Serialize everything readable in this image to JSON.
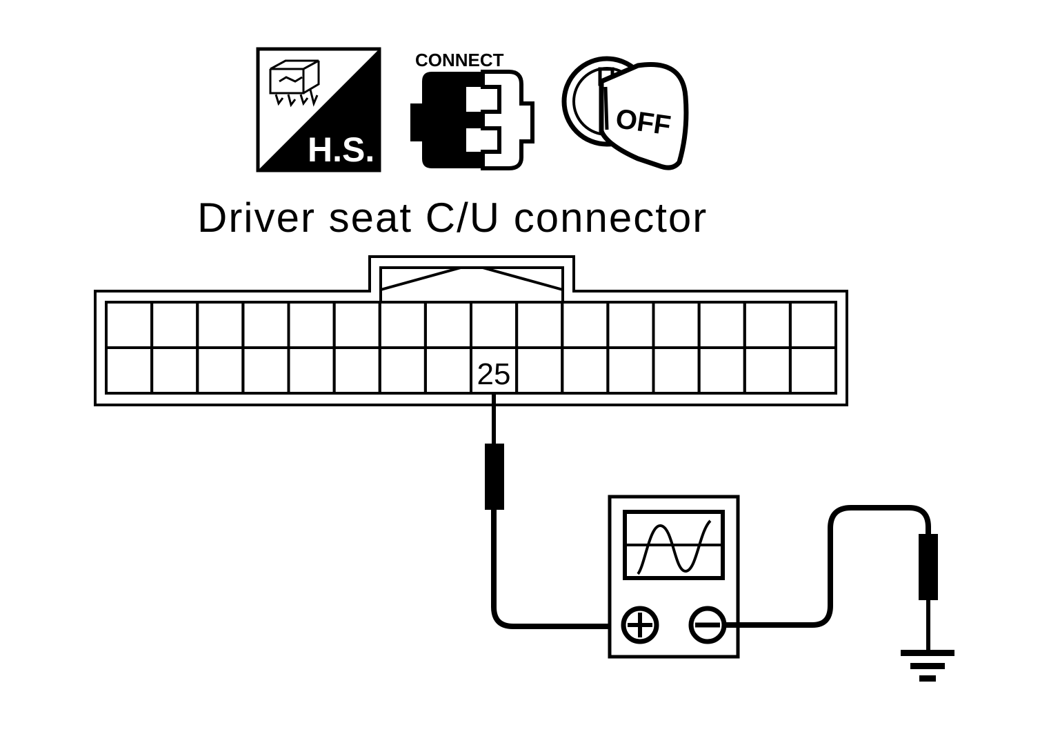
{
  "icons": {
    "harness_icon": "harness-connector-icon",
    "harness_label": "H.S.",
    "connect_icon": "connector-connect-icon",
    "connect_label": "CONNECT",
    "ignition_icon": "ignition-key-icon",
    "ignition_label": "OFF"
  },
  "connector": {
    "title": "Driver seat C/U connector",
    "rows": 2,
    "columns": 16,
    "pin_label": "25"
  },
  "meter": {
    "icon": "oscilloscope-icon",
    "positive_terminal": "+",
    "negative_terminal": "-"
  },
  "ground": {
    "icon": "ground-icon"
  },
  "colors": {
    "line": "#000000",
    "background": "#ffffff"
  }
}
